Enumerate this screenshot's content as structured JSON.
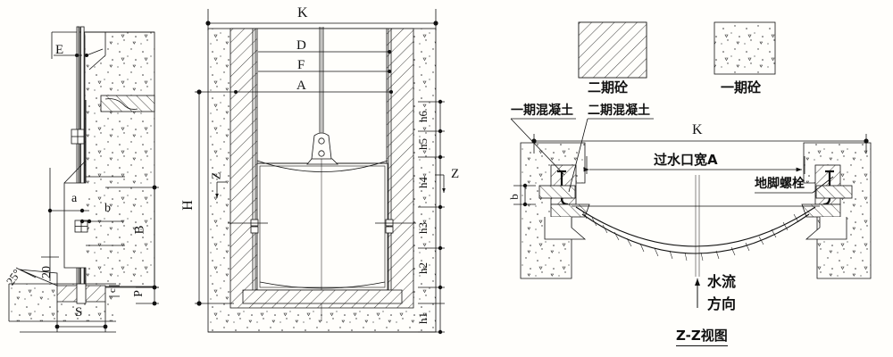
{
  "drawing": {
    "background_color": "#fffefb",
    "line_color": "#111111",
    "title": "Z-Z视图"
  },
  "left_view": {
    "name": "side-section-view",
    "labels": {
      "E": "E",
      "a": "a",
      "b": "b",
      "B": "B",
      "P": "P",
      "S": "S",
      "c": "c",
      "twenty": "20",
      "angle": "25°"
    }
  },
  "middle_view": {
    "name": "front-elevation-view",
    "top_dim": "K",
    "left_dim": "H",
    "inner_labels": [
      "D",
      "F",
      "A"
    ],
    "right_dims": [
      "h6",
      "h5",
      "h4",
      "h3",
      "h2",
      "h1"
    ],
    "section_marks": {
      "left": "Z",
      "right": "Z"
    }
  },
  "legend": {
    "name": "material-legend",
    "items": [
      {
        "label": "二期砼",
        "pattern": "hatched"
      },
      {
        "label": "一期砼",
        "pattern": "plain"
      }
    ]
  },
  "right_view": {
    "name": "z-z-section-view",
    "title": "Z-Z视图",
    "callouts": {
      "stage1": "一期混凝土",
      "stage2": "二期混凝土",
      "anchor_bolt": "地脚螺栓"
    },
    "dims": {
      "overall": "K",
      "opening": "过水口宽A",
      "b": "b"
    },
    "flow": {
      "line1": "水流",
      "line2": "方向"
    }
  }
}
